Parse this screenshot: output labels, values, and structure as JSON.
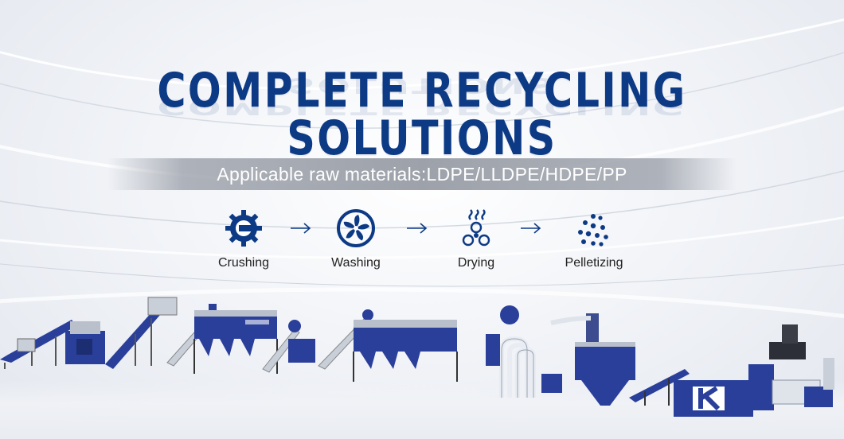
{
  "banner": {
    "headline": "COMPLETE RECYCLING SOLUTIONS",
    "materials": "Applicable raw materials:LDPE/LLDPE/HDPE/PP"
  },
  "process": {
    "steps": [
      {
        "label": "Crushing",
        "icon": "crushing-gear-icon"
      },
      {
        "label": "Washing",
        "icon": "washing-fan-icon"
      },
      {
        "label": "Drying",
        "icon": "drying-steam-icon"
      },
      {
        "label": "Pelletizing",
        "icon": "pellets-icon"
      }
    ]
  },
  "colors": {
    "brand_blue": "#0d3a85",
    "machine_blue": "#2a3f9a",
    "machine_steel": "#b9c0cc",
    "text_dark": "#222222"
  }
}
